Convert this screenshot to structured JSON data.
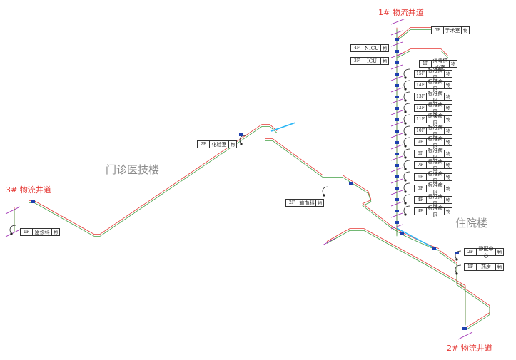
{
  "shafts": {
    "shaft1": "1# 物流井道",
    "shaft2": "2# 物流井道",
    "shaft3": "3# 物流井道"
  },
  "buildings": {
    "outpatient": "门诊医技楼",
    "inpatient": "住院楼"
  },
  "stations": [
    {
      "floor": "5F",
      "name": "手术室",
      "code": "物"
    },
    {
      "floor": "4F",
      "name": "NICU",
      "code": "物"
    },
    {
      "floor": "3F",
      "name": "ICU",
      "code": "物"
    },
    {
      "floor": "1F",
      "name": "消毒供应室",
      "code": "物"
    },
    {
      "floor": "15F",
      "name": "标准病区",
      "code": "物"
    },
    {
      "floor": "14F",
      "name": "标准病区",
      "code": "物"
    },
    {
      "floor": "13F",
      "name": "标准病区",
      "code": "物"
    },
    {
      "floor": "12F",
      "name": "标准病区",
      "code": "物"
    },
    {
      "floor": "11F",
      "name": "感染病区",
      "code": "物"
    },
    {
      "floor": "10F",
      "name": "标准病区",
      "code": "物"
    },
    {
      "floor": "9F",
      "name": "标准病区",
      "code": "物"
    },
    {
      "floor": "8F",
      "name": "标准病区",
      "code": "物"
    },
    {
      "floor": "7F",
      "name": "标准病区",
      "code": "物"
    },
    {
      "floor": "6F",
      "name": "标准病区",
      "code": "物"
    },
    {
      "floor": "5F",
      "name": "标准病区",
      "code": "物"
    },
    {
      "floor": "4F",
      "name": "标准病区",
      "code": "物"
    },
    {
      "floor": "4F",
      "name": "标准病区",
      "code": "物"
    },
    {
      "floor": "2F",
      "name": "化验室",
      "code": "物"
    },
    {
      "floor": "2F",
      "name": "输血科",
      "code": "物"
    },
    {
      "floor": "1F",
      "name": "急诊科",
      "code": "物"
    },
    {
      "floor": "2F",
      "name": "静配中心",
      "code": "物"
    },
    {
      "floor": "1F",
      "name": "药房",
      "code": "物"
    }
  ],
  "colors": {
    "shaft_label": "#e53935",
    "building_label": "#8a8a8a",
    "pipe_red": "#e53935",
    "pipe_green": "#43a047",
    "pipe_highlight": "#29b6f6",
    "marker": "#1e40af",
    "riser_mark": "#9c27b0"
  }
}
